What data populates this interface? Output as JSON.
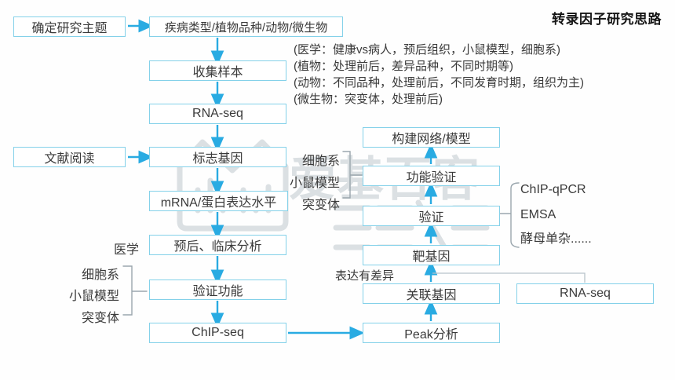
{
  "title": "转录因子研究思路",
  "watermark": {
    "brand": "爱基百客"
  },
  "boxes": {
    "topic": "确定研究主题",
    "disease": "疾病类型/植物品种/动物/微生物",
    "collect": "收集样本",
    "rnaseq": "RNA-seq",
    "literature": "文献阅读",
    "marker": "标志基因",
    "mrna": "mRNA/蛋白表达水平",
    "prognosis": "预后、临床分析",
    "verify_function": "验证功能",
    "chipseq": "ChIP-seq",
    "network": "构建网络/模型",
    "function_verify": "功能验证",
    "validation": "验证",
    "target_gene": "靶基因",
    "related_gene": "关联基因",
    "peak": "Peak分析",
    "rnaseq_right": "RNA-seq"
  },
  "annotations": {
    "medical": "(医学：健康vs病人，预后组织，小鼠模型，细胞系)",
    "plant": "(植物：处理前后，差异品种，不同时期等)",
    "animal": "(动物：不同品种，处理前后，不同发育时期，组织为主)",
    "microbe": "(微生物：突变体，处理前后)"
  },
  "labels": {
    "medicine": "医学",
    "diff_expression": "表达有差异",
    "sample_types_right": [
      "细胞系",
      "小鼠模型",
      "突变体"
    ],
    "sample_types_left": [
      "细胞系",
      "小鼠模型",
      "突变体"
    ],
    "validation_methods": [
      "ChIP-qPCR",
      "EMSA",
      "酵母单杂......"
    ]
  },
  "colors": {
    "arrow": "#29abe2",
    "box_border": "#84d1e9",
    "bracket": "#9aa6ad",
    "connector": "#b9c3cb",
    "watermark": "#dbe0e3",
    "text": "#3a3a3a"
  }
}
